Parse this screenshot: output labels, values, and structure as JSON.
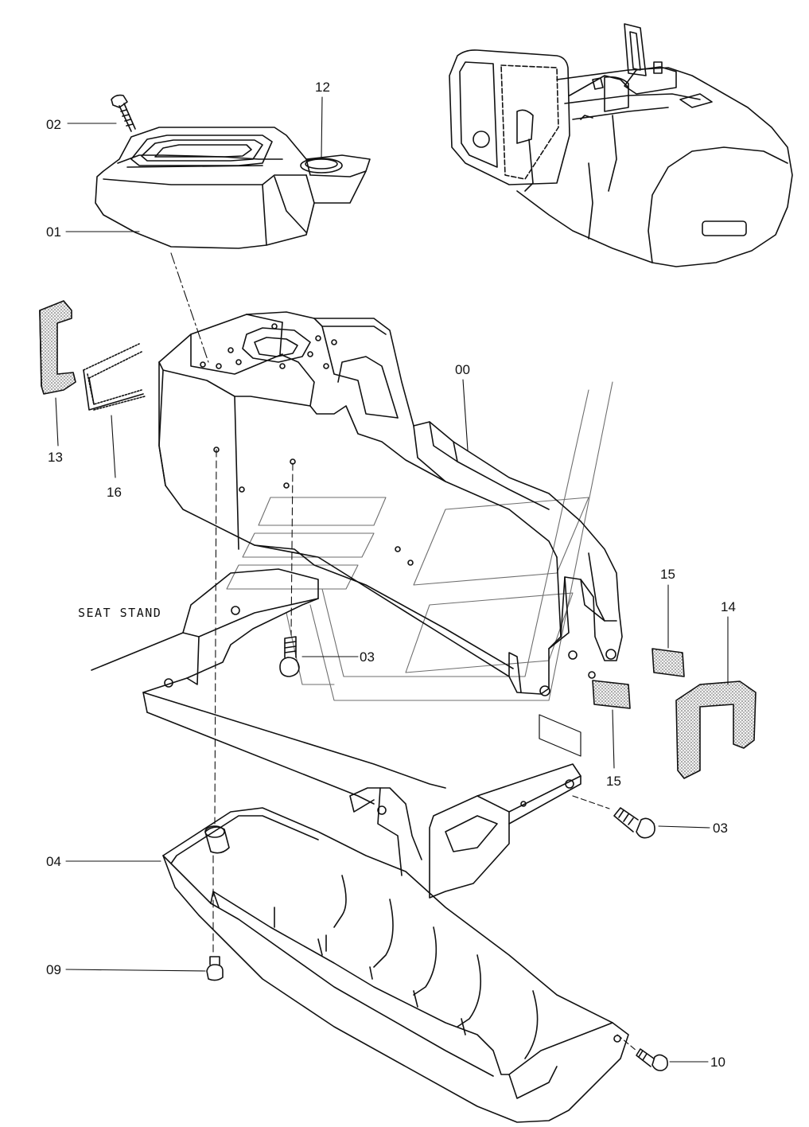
{
  "diagram": {
    "labels": {
      "p00": "00",
      "p01": "01",
      "p02": "02",
      "p03a": "03",
      "p03b": "03",
      "p04": "04",
      "p09": "09",
      "p10": "10",
      "p12": "12",
      "p13": "13",
      "p14": "14",
      "p15a": "15",
      "p15b": "15",
      "p16": "16",
      "seat_stand": "SEAT STAND"
    }
  },
  "colors": {
    "line": "#111111",
    "foam": "#d9d9d9",
    "watermark": "#555555"
  }
}
